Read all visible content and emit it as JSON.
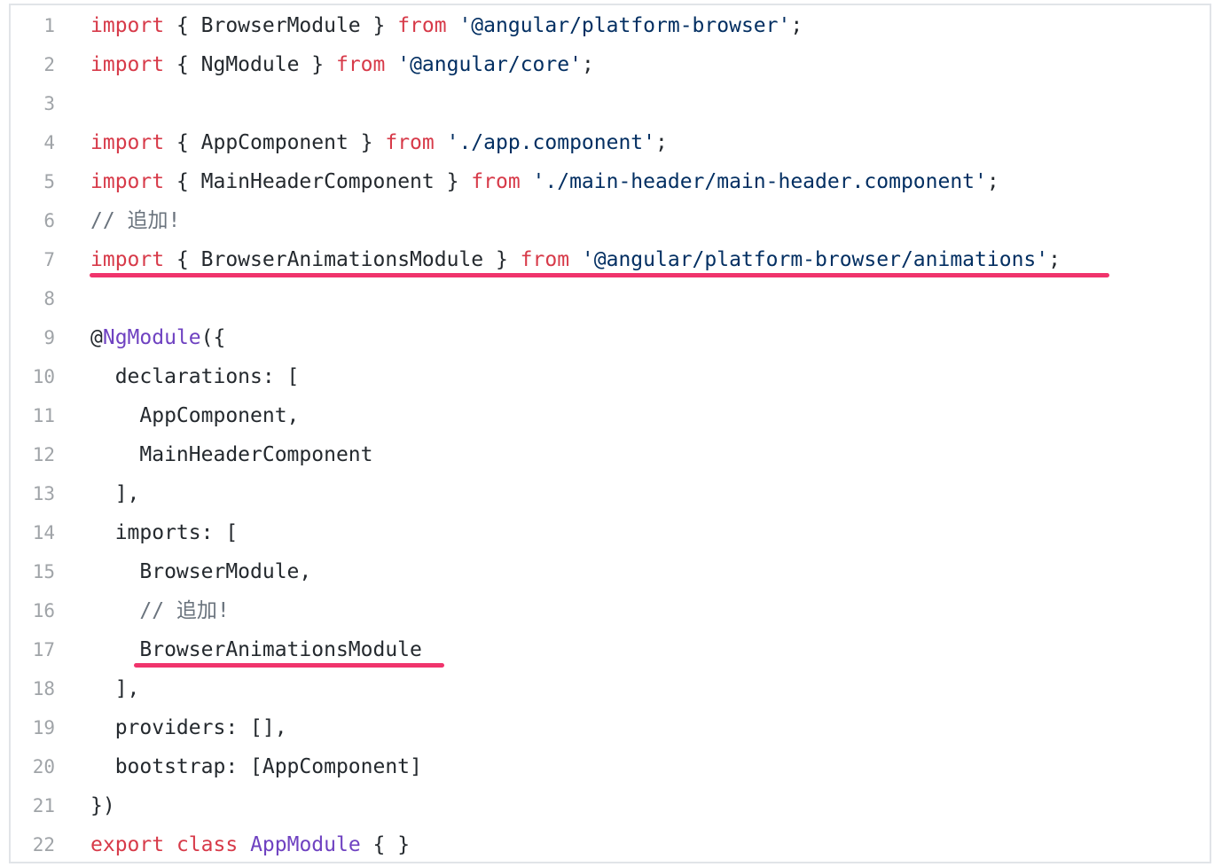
{
  "editor": {
    "highlight_color": "#f0346c",
    "lines": [
      {
        "n": "1",
        "tokens": [
          {
            "cls": "k",
            "text": "import"
          },
          {
            "cls": "p",
            "text": " { BrowserModule } "
          },
          {
            "cls": "k",
            "text": "from"
          },
          {
            "cls": "p",
            "text": " "
          },
          {
            "cls": "s",
            "text": "'@angular/platform-browser'"
          },
          {
            "cls": "p",
            "text": ";"
          }
        ]
      },
      {
        "n": "2",
        "tokens": [
          {
            "cls": "k",
            "text": "import"
          },
          {
            "cls": "p",
            "text": " { NgModule } "
          },
          {
            "cls": "k",
            "text": "from"
          },
          {
            "cls": "p",
            "text": " "
          },
          {
            "cls": "s",
            "text": "'@angular/core'"
          },
          {
            "cls": "p",
            "text": ";"
          }
        ]
      },
      {
        "n": "3",
        "tokens": []
      },
      {
        "n": "4",
        "tokens": [
          {
            "cls": "k",
            "text": "import"
          },
          {
            "cls": "p",
            "text": " { AppComponent } "
          },
          {
            "cls": "k",
            "text": "from"
          },
          {
            "cls": "p",
            "text": " "
          },
          {
            "cls": "s",
            "text": "'./app.component'"
          },
          {
            "cls": "p",
            "text": ";"
          }
        ]
      },
      {
        "n": "5",
        "tokens": [
          {
            "cls": "k",
            "text": "import"
          },
          {
            "cls": "p",
            "text": " { MainHeaderComponent } "
          },
          {
            "cls": "k",
            "text": "from"
          },
          {
            "cls": "p",
            "text": " "
          },
          {
            "cls": "s",
            "text": "'./main-header/main-header.component'"
          },
          {
            "cls": "p",
            "text": ";"
          }
        ]
      },
      {
        "n": "6",
        "tokens": [
          {
            "cls": "c",
            "text": "// 追加!"
          }
        ]
      },
      {
        "n": "7",
        "tokens": [
          {
            "cls": "k",
            "text": "import"
          },
          {
            "cls": "p",
            "text": " { BrowserAnimationsModule } "
          },
          {
            "cls": "k",
            "text": "from"
          },
          {
            "cls": "p",
            "text": " "
          },
          {
            "cls": "s",
            "text": "'@angular/platform-browser/animations'"
          },
          {
            "cls": "p",
            "text": ";"
          }
        ]
      },
      {
        "n": "8",
        "tokens": []
      },
      {
        "n": "9",
        "tokens": [
          {
            "cls": "p",
            "text": "@"
          },
          {
            "cls": "t",
            "text": "NgModule"
          },
          {
            "cls": "p",
            "text": "({"
          }
        ]
      },
      {
        "n": "10",
        "tokens": [
          {
            "cls": "p",
            "text": "  declarations: ["
          }
        ]
      },
      {
        "n": "11",
        "tokens": [
          {
            "cls": "p",
            "text": "    AppComponent,"
          }
        ]
      },
      {
        "n": "12",
        "tokens": [
          {
            "cls": "p",
            "text": "    MainHeaderComponent"
          }
        ]
      },
      {
        "n": "13",
        "tokens": [
          {
            "cls": "p",
            "text": "  ],"
          }
        ]
      },
      {
        "n": "14",
        "tokens": [
          {
            "cls": "p",
            "text": "  imports: ["
          }
        ]
      },
      {
        "n": "15",
        "tokens": [
          {
            "cls": "p",
            "text": "    BrowserModule,"
          }
        ]
      },
      {
        "n": "16",
        "tokens": [
          {
            "cls": "p",
            "text": "    "
          },
          {
            "cls": "c",
            "text": "// 追加!"
          }
        ]
      },
      {
        "n": "17",
        "tokens": [
          {
            "cls": "p",
            "text": "    BrowserAnimationsModule"
          }
        ]
      },
      {
        "n": "18",
        "tokens": [
          {
            "cls": "p",
            "text": "  ],"
          }
        ]
      },
      {
        "n": "19",
        "tokens": [
          {
            "cls": "p",
            "text": "  providers: [],"
          }
        ]
      },
      {
        "n": "20",
        "tokens": [
          {
            "cls": "p",
            "text": "  bootstrap: [AppComponent]"
          }
        ]
      },
      {
        "n": "21",
        "tokens": [
          {
            "cls": "p",
            "text": "})"
          }
        ]
      },
      {
        "n": "22",
        "tokens": [
          {
            "cls": "k",
            "text": "export"
          },
          {
            "cls": "p",
            "text": " "
          },
          {
            "cls": "k",
            "text": "class"
          },
          {
            "cls": "p",
            "text": " "
          },
          {
            "cls": "t",
            "text": "AppModule"
          },
          {
            "cls": "p",
            "text": " { }"
          }
        ]
      }
    ]
  }
}
